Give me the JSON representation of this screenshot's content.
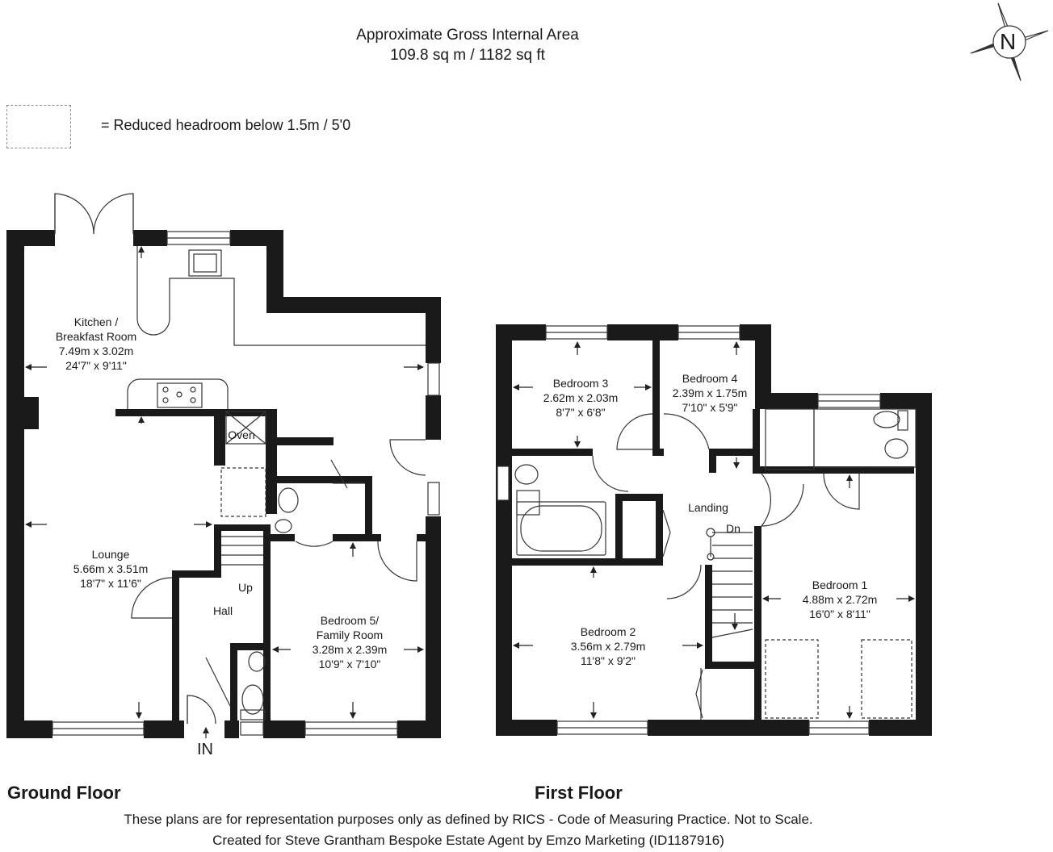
{
  "header": {
    "line1": "Approximate Gross Internal Area",
    "line2": "109.8 sq m / 1182 sq ft"
  },
  "compass": {
    "letter": "N",
    "icon": "compass-rose-icon"
  },
  "legend": {
    "text": "= Reduced headroom below 1.5m / 5'0"
  },
  "ground_floor": {
    "title": "Ground Floor",
    "entrance": "IN",
    "rooms": [
      {
        "id": "kitchen",
        "lines": [
          "Kitchen /",
          "Breakfast Room",
          "7.49m x 3.02m",
          "24'7\" x 9'11\""
        ]
      },
      {
        "id": "lounge",
        "lines": [
          "Lounge",
          "5.66m x 3.51m",
          "18'7\" x 11'6\""
        ]
      },
      {
        "id": "hall",
        "lines": [
          "Hall"
        ]
      },
      {
        "id": "bedroom5",
        "lines": [
          "Bedroom 5/",
          "Family Room",
          "3.28m x 2.39m",
          "10'9\" x 7'10\""
        ]
      }
    ],
    "oven": "Oven",
    "stairs_up": "Up"
  },
  "first_floor": {
    "title": "First Floor",
    "rooms": [
      {
        "id": "bedroom3",
        "lines": [
          "Bedroom 3",
          "2.62m x 2.03m",
          "8'7\" x 6'8\""
        ]
      },
      {
        "id": "bedroom4",
        "lines": [
          "Bedroom 4",
          "2.39m x 1.75m",
          "7'10\" x 5'9\""
        ]
      },
      {
        "id": "landing",
        "lines": [
          "Landing"
        ]
      },
      {
        "id": "bedroom2",
        "lines": [
          "Bedroom 2",
          "3.56m x 2.79m",
          "11'8\" x 9'2\""
        ]
      },
      {
        "id": "bedroom1",
        "lines": [
          "Bedroom 1",
          "4.88m x 2.72m",
          "16'0\" x 8'11\""
        ]
      }
    ],
    "stairs_down": "Dn"
  },
  "footer": {
    "line1": "These plans are for representation purposes only as defined by RICS - Code of Measuring Practice. Not to Scale.",
    "line2": "Created for Steve Grantham Bespoke Estate Agent by Emzo Marketing (ID1187916)"
  }
}
